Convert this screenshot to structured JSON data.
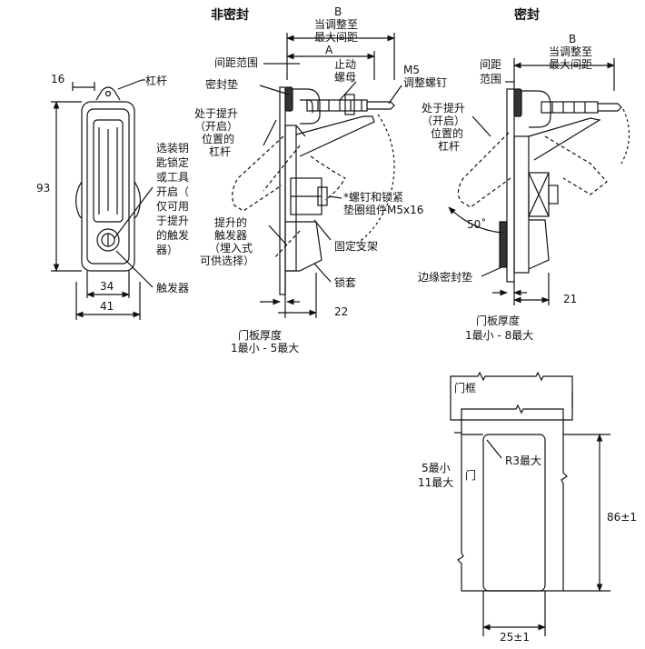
{
  "titles": {
    "non_sealed": "非密封",
    "sealed": "密封"
  },
  "front_view": {
    "dim_top": "16",
    "lever": "杠杆",
    "height": "93",
    "key_option": [
      "选装钥",
      "匙锁定",
      "或工具",
      "开启（",
      "仅可用",
      "于提升",
      "的触发",
      "器）"
    ],
    "inner_width": "34",
    "outer_width": "41",
    "trigger": "触发器"
  },
  "nonsealed_view": {
    "b": "B",
    "b_note": [
      "当调整至",
      "最大间距"
    ],
    "a": "A",
    "range": "间距范围",
    "stop_nut": [
      "止动",
      "螺母"
    ],
    "m5": [
      "M5",
      "调整螺钉"
    ],
    "gasket": "密封垫",
    "lever_raised": [
      "处于提升",
      "（开启）",
      "位置的",
      "杠杆"
    ],
    "screw": [
      "*螺钉和锁紧",
      "垫圈组件M5x16"
    ],
    "trigger_raised": [
      "提升的",
      "触发器",
      "（埋入式",
      "可供选择）"
    ],
    "bracket": "固定支架",
    "housing": "锁套",
    "dim_22": "22",
    "panel": [
      "门板厚度",
      "1最小 - 5最大"
    ]
  },
  "sealed_view": {
    "b": "B",
    "b_note": [
      "当调整至",
      "最大间距"
    ],
    "range": [
      "间距",
      "范围"
    ],
    "lever_raised": [
      "处于提升",
      "（开启）",
      "位置的",
      "杠杆"
    ],
    "angle": "50˚",
    "edge_gasket": "边缘密封垫",
    "dim_21": "21",
    "panel": [
      "门板厚度",
      "1最小 - 8最大"
    ]
  },
  "cutout": {
    "frame": "门框",
    "door": "门",
    "radius": "R3最大",
    "offset": [
      "5最小",
      "11最大"
    ],
    "height": "86±1",
    "width": "25±1"
  }
}
